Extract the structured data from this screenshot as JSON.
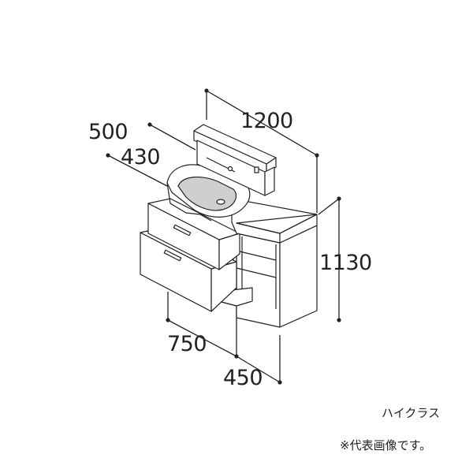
{
  "dimensions": {
    "total_width": "1200",
    "depth_top": "500",
    "depth_bowl": "430",
    "height": "1130",
    "drawer_section_width": "750",
    "side_cabinet_width": "450"
  },
  "captions": {
    "grade": "ハイクラス",
    "note": "※代表画像です。"
  },
  "colors": {
    "line": "#222222",
    "panel_fill": "#ffffff",
    "bowl_shade": "#cfcfcf"
  }
}
